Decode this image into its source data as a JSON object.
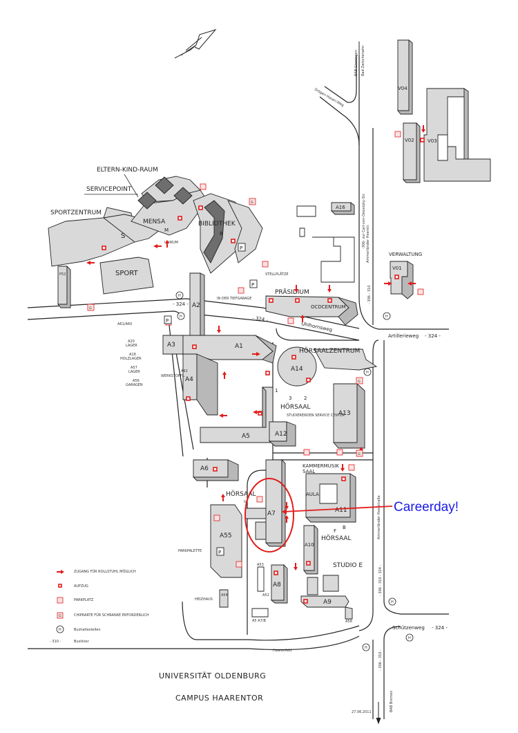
{
  "map": {
    "title_line1": "UNIVERSITÄT OLDENBURG",
    "title_line2": "CAMPUS HAARENTOR",
    "date": "27.06.2011",
    "annotation": {
      "text": "Careerday!",
      "target": "A7",
      "color": "#1a1ae6",
      "highlight_color": "#e21b1b"
    },
    "areas": {
      "eltern_kind_raum": "ELTERN-KIND-RAUM",
      "servicepoint": "SERVICEPOINT",
      "sportzentrum": "SPORTZENTRUM",
      "mensa": "MENSA",
      "bibliothek": "BIBLIOTHEK",
      "praesidium": "PRÄSIDIUM",
      "ocdcentrum": "OCDCENTRUM",
      "verwaltung": "VERWALTUNG",
      "hoersaalzentrum": "HÖRSAALZENTRUM",
      "hoersaal_a14": "HÖRSAAL",
      "studierenden_service": "STUDIERENDEN SERVICE CENTER",
      "kammermusik": "KAMMERMUSIK",
      "kammermusik2": "SAAL",
      "aula": "AULA",
      "hoersaal_g": "HÖRSAAL",
      "hoersaal_east": "HÖRSAAL",
      "studio_e": "STUDIO E",
      "parkpalette": "PARKPALETTE",
      "heizhaus": "HEIZHAUS",
      "unikum": "UNIKUM",
      "stellplaetze": "STELLPLÄTZE",
      "tiefgarage": "IN DER TIEFGARAGE",
      "werkstoffe": "WERKSTOFFL."
    },
    "buildings": {
      "S": "S",
      "SPORT": "SPORT",
      "M": "M",
      "B": "B",
      "A1": "A1",
      "A2": "A2",
      "A3": "A3",
      "A4": "A4",
      "A5": "A5",
      "A6": "A6",
      "A7": "A7",
      "A8": "A8",
      "A9": "A9",
      "A10": "A10",
      "A11": "A11",
      "A12": "A12",
      "A13": "A13",
      "A14": "A14",
      "A16": "A16",
      "A55": "A55",
      "V01": "V01",
      "V02": "V02",
      "V03": "V03",
      "V04": "V04",
      "P52": "P52",
      "A54": "A54",
      "A53": "A53",
      "A52": "A52",
      "A58": "A58",
      "A5A7B": "A5 A7/B",
      "A62": "A62",
      "A61A60": "A61/A60",
      "A20": "A20",
      "A20s": "LAGER",
      "A18": "A18",
      "A18s": "HOLZLAGER",
      "A57": "A57",
      "A57s": "LAGER",
      "A56": "A56",
      "A56s": "GARAGEN"
    },
    "entrances": {
      "n1": "1",
      "n2": "2",
      "n3": "3",
      "B": "B",
      "F": "F",
      "G": "G"
    },
    "streets": {
      "uhlhornsweg": "Uhlhornsweg",
      "artillerieweg": "Artillerieweg",
      "artillerieweg_bus": "- 324 -",
      "schuetzenweg": "Schützenweg",
      "schuetzenweg_bus": "- 324 -",
      "haarenfeld": "Haarenfeld",
      "draegen": "Drögen-Hasen-Weg",
      "ammerlaender1": "Ammerländer Heerstr.",
      "ammerlaender2": "Ammerländer Heerstraße",
      "ossietzky": "-306- zur Carl-von-Ossietzky-Str.",
      "bus_324_a": "- 324 -",
      "bus_324_b": "- 324 -",
      "bus_306_310_a": "- 306 - 310",
      "bus_306_310_b": "- 306 - 310 - 324 -",
      "bus_306_310_c": "- 306 - 310 -",
      "bab_groningen": "BAB Groningen",
      "bad_zwischenahn": "Bad Zwischenahn",
      "bab_bremen": "BAB Bremen"
    },
    "symbols": {
      "parking": "P",
      "bus": "H",
      "chip": "G"
    },
    "legend": [
      {
        "icon": "wheelchair-access-arrow-icon",
        "label": "ZUGANG FÜR ROLLSTUHL MÖGLICH"
      },
      {
        "icon": "elevator-icon",
        "label": "AUFZUG"
      },
      {
        "icon": "disabled-parking-icon",
        "label": "PARKPLATZ"
      },
      {
        "icon": "chipcard-icon",
        "label": "CHIPKARTE FÜR SCHRANKE ERFORDERLICH"
      },
      {
        "icon": "bus-stop-icon",
        "label": "Bushaltestellen"
      },
      {
        "icon": "bus-line-icon",
        "label": "Buslinier",
        "prefix": "- 310 -"
      }
    ]
  }
}
